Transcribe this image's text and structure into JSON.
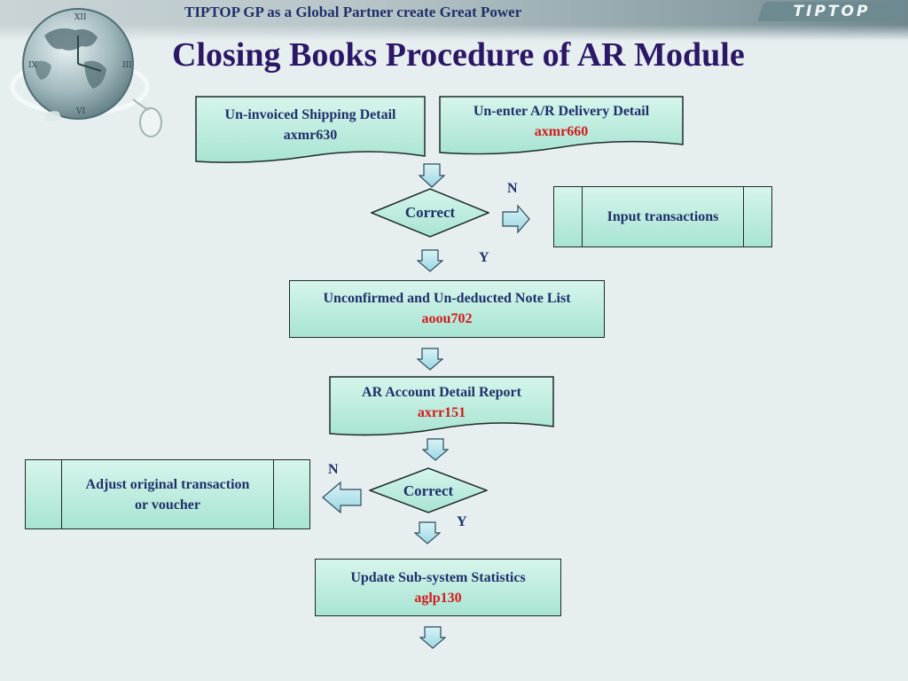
{
  "header": {
    "tagline": "TIPTOP GP as a Global Partner create Great Power",
    "brand": "TIPTOP"
  },
  "slide": {
    "title": "Closing Books Procedure of AR Module"
  },
  "flowchart": {
    "doc1": {
      "label": "Un-invoiced Shipping Detail",
      "code": "axmr630"
    },
    "doc2": {
      "label": "Un-enter A/R Delivery Detail",
      "code": "axmr660"
    },
    "decision1": {
      "label": "Correct",
      "no_label": "N",
      "yes_label": "Y"
    },
    "input_transactions": {
      "label": "Input transactions"
    },
    "process1": {
      "label": "Unconfirmed and Un-deducted Note List",
      "code": "aoou702"
    },
    "doc3": {
      "label": "AR Account Detail Report",
      "code": "axrr151"
    },
    "decision2": {
      "label": "Correct",
      "no_label": "N",
      "yes_label": "Y"
    },
    "adjust": {
      "label_line1": "Adjust original transaction",
      "label_line2": "or voucher"
    },
    "process2": {
      "label": "Update Sub-system Statistics",
      "code": "aglp130"
    }
  },
  "colors": {
    "title": "#2b1766",
    "text": "#1f2f6a",
    "code": "#d21a1a",
    "box_fill_top": "#d6f5ec",
    "box_fill_bottom": "#a8e4d3"
  }
}
